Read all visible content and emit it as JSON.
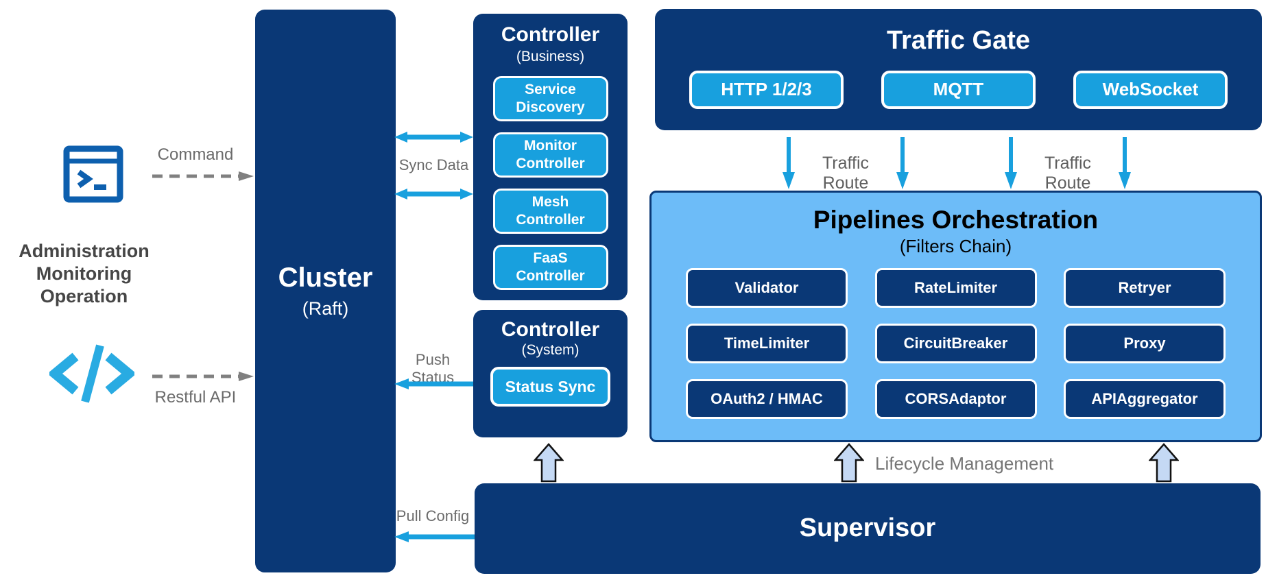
{
  "colors": {
    "navy": "#0a3876",
    "light_blue": "#18a0de",
    "pipelines_bg": "#6dbcf8",
    "block_arrow_fill": "#c5d9f4",
    "terminal_icon_blue": "#0d5fae",
    "code_icon_blue": "#29abe2"
  },
  "admin": {
    "lines": [
      "Administration",
      "Monitoring",
      "Operation"
    ],
    "command_label": "Command",
    "restful_label": "Restful API"
  },
  "cluster": {
    "title": "Cluster",
    "subtitle": "(Raft)"
  },
  "connectors": {
    "sync_data": "Sync Data",
    "push_status": "Push Status",
    "pull_config": "Pull Config",
    "traffic_route": "Traffic Route",
    "lifecycle": "Lifecycle Management"
  },
  "controller_business": {
    "title": "Controller",
    "subtitle": "(Business)",
    "items": [
      "Service Discovery",
      "Monitor Controller",
      "Mesh Controller",
      "FaaS Controller"
    ]
  },
  "controller_system": {
    "title": "Controller",
    "subtitle": "(System)",
    "items": [
      "Status Sync"
    ]
  },
  "traffic_gate": {
    "title": "Traffic Gate",
    "protocols": [
      "HTTP 1/2/3",
      "MQTT",
      "WebSocket"
    ]
  },
  "pipelines": {
    "title": "Pipelines Orchestration",
    "subtitle": "(Filters Chain)",
    "filters": [
      "Validator",
      "RateLimiter",
      "Retryer",
      "TimeLimiter",
      "CircuitBreaker",
      "Proxy",
      "OAuth2 / HMAC",
      "CORSAdaptor",
      "APIAggregator"
    ]
  },
  "supervisor": {
    "title": "Supervisor"
  }
}
